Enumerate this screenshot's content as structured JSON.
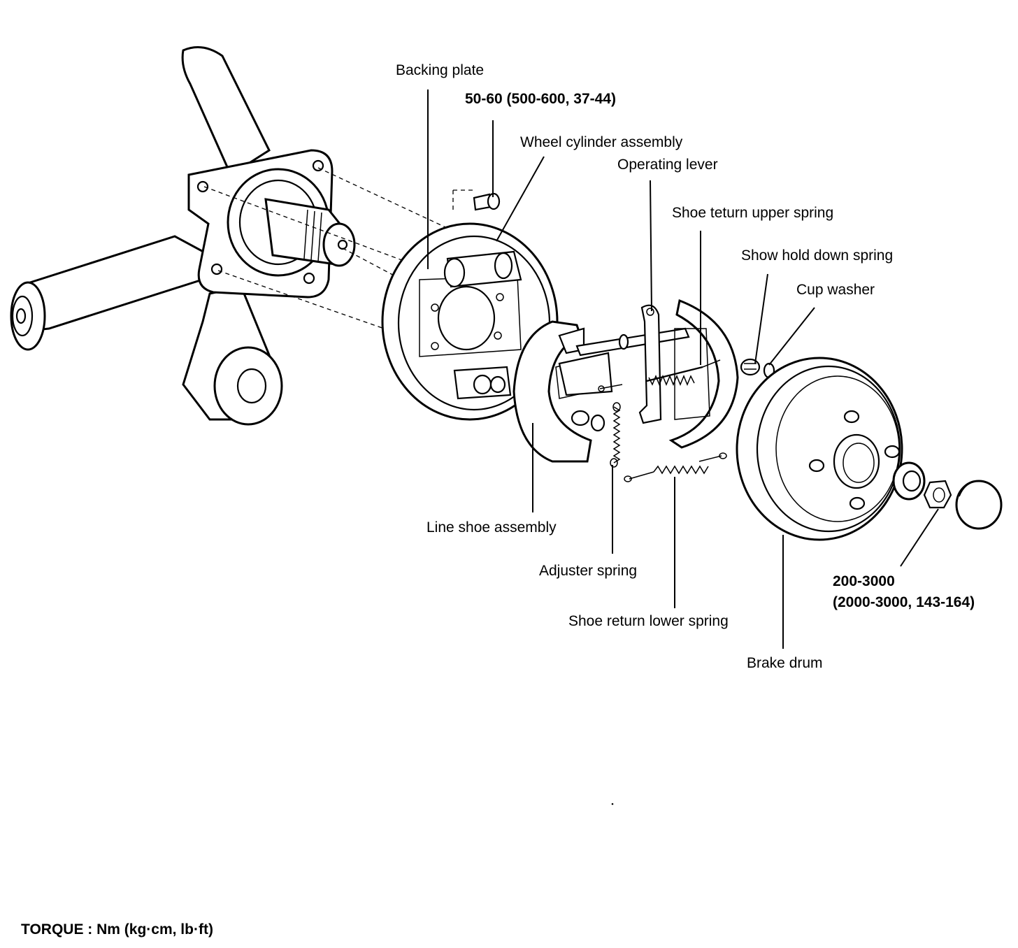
{
  "labels": {
    "backing_plate": "Backing plate",
    "backing_plate_torque": "50-60 (500-600, 37-44)",
    "wheel_cylinder_assembly": "Wheel cylinder assembly",
    "operating_lever": "Operating lever",
    "shoe_return_upper_spring": "Shoe teturn upper spring",
    "shoe_hold_down_spring": "Show hold down spring",
    "cup_washer": "Cup washer",
    "lining_shoe_assembly": "Line shoe assembly",
    "adjuster_spring": "Adjuster spring",
    "shoe_return_lower_spring": "Shoe return lower spring",
    "brake_drum": "Brake drum",
    "hub_nut_torque_line1": "200-3000",
    "hub_nut_torque_line2": "(2000-3000, 143-164)"
  },
  "footer": {
    "torque_units": "TORQUE : Nm (kg·cm, lb·ft)"
  },
  "colors": {
    "ink": "#000000",
    "paper": "#ffffff"
  }
}
